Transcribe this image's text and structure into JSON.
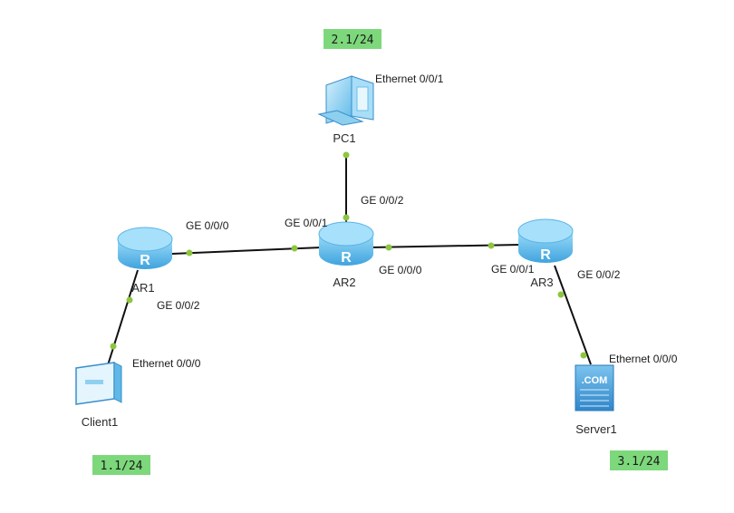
{
  "colors": {
    "link": "#111111",
    "port_dot": "#8cc63f",
    "router_body": "#5bb6ea",
    "router_top": "#8fd4f6",
    "network_tag": "#7dd87b"
  },
  "networks": [
    {
      "id": "net-pc1",
      "label": "2.1/24"
    },
    {
      "id": "net-client1",
      "label": "1.1/24"
    },
    {
      "id": "net-server1",
      "label": "3.1/24"
    }
  ],
  "devices": [
    {
      "id": "PC1",
      "label": "PC1",
      "icon": "pc-icon"
    },
    {
      "id": "AR1",
      "label": "AR1",
      "icon": "router-icon"
    },
    {
      "id": "AR2",
      "label": "AR2",
      "icon": "router-icon"
    },
    {
      "id": "AR3",
      "label": "AR3",
      "icon": "router-icon"
    },
    {
      "id": "Client1",
      "label": "Client1",
      "icon": "client-icon"
    },
    {
      "id": "Server1",
      "label": "Server1",
      "icon": "server-icon"
    }
  ],
  "server_badge": ".COM",
  "links": [
    {
      "a": "PC1",
      "a_port": "Ethernet 0/0/1",
      "b": "AR2",
      "b_port": "GE 0/0/2"
    },
    {
      "a": "AR1",
      "a_port": "GE 0/0/0",
      "b": "AR2",
      "b_port": "GE 0/0/1"
    },
    {
      "a": "AR2",
      "a_port": "GE 0/0/0",
      "b": "AR3",
      "b_port": "GE 0/0/1"
    },
    {
      "a": "AR1",
      "a_port": "GE 0/0/2",
      "b": "Client1",
      "b_port": "Ethernet 0/0/0"
    },
    {
      "a": "AR3",
      "a_port": "GE 0/0/2",
      "b": "Server1",
      "b_port": "Ethernet 0/0/0"
    }
  ]
}
